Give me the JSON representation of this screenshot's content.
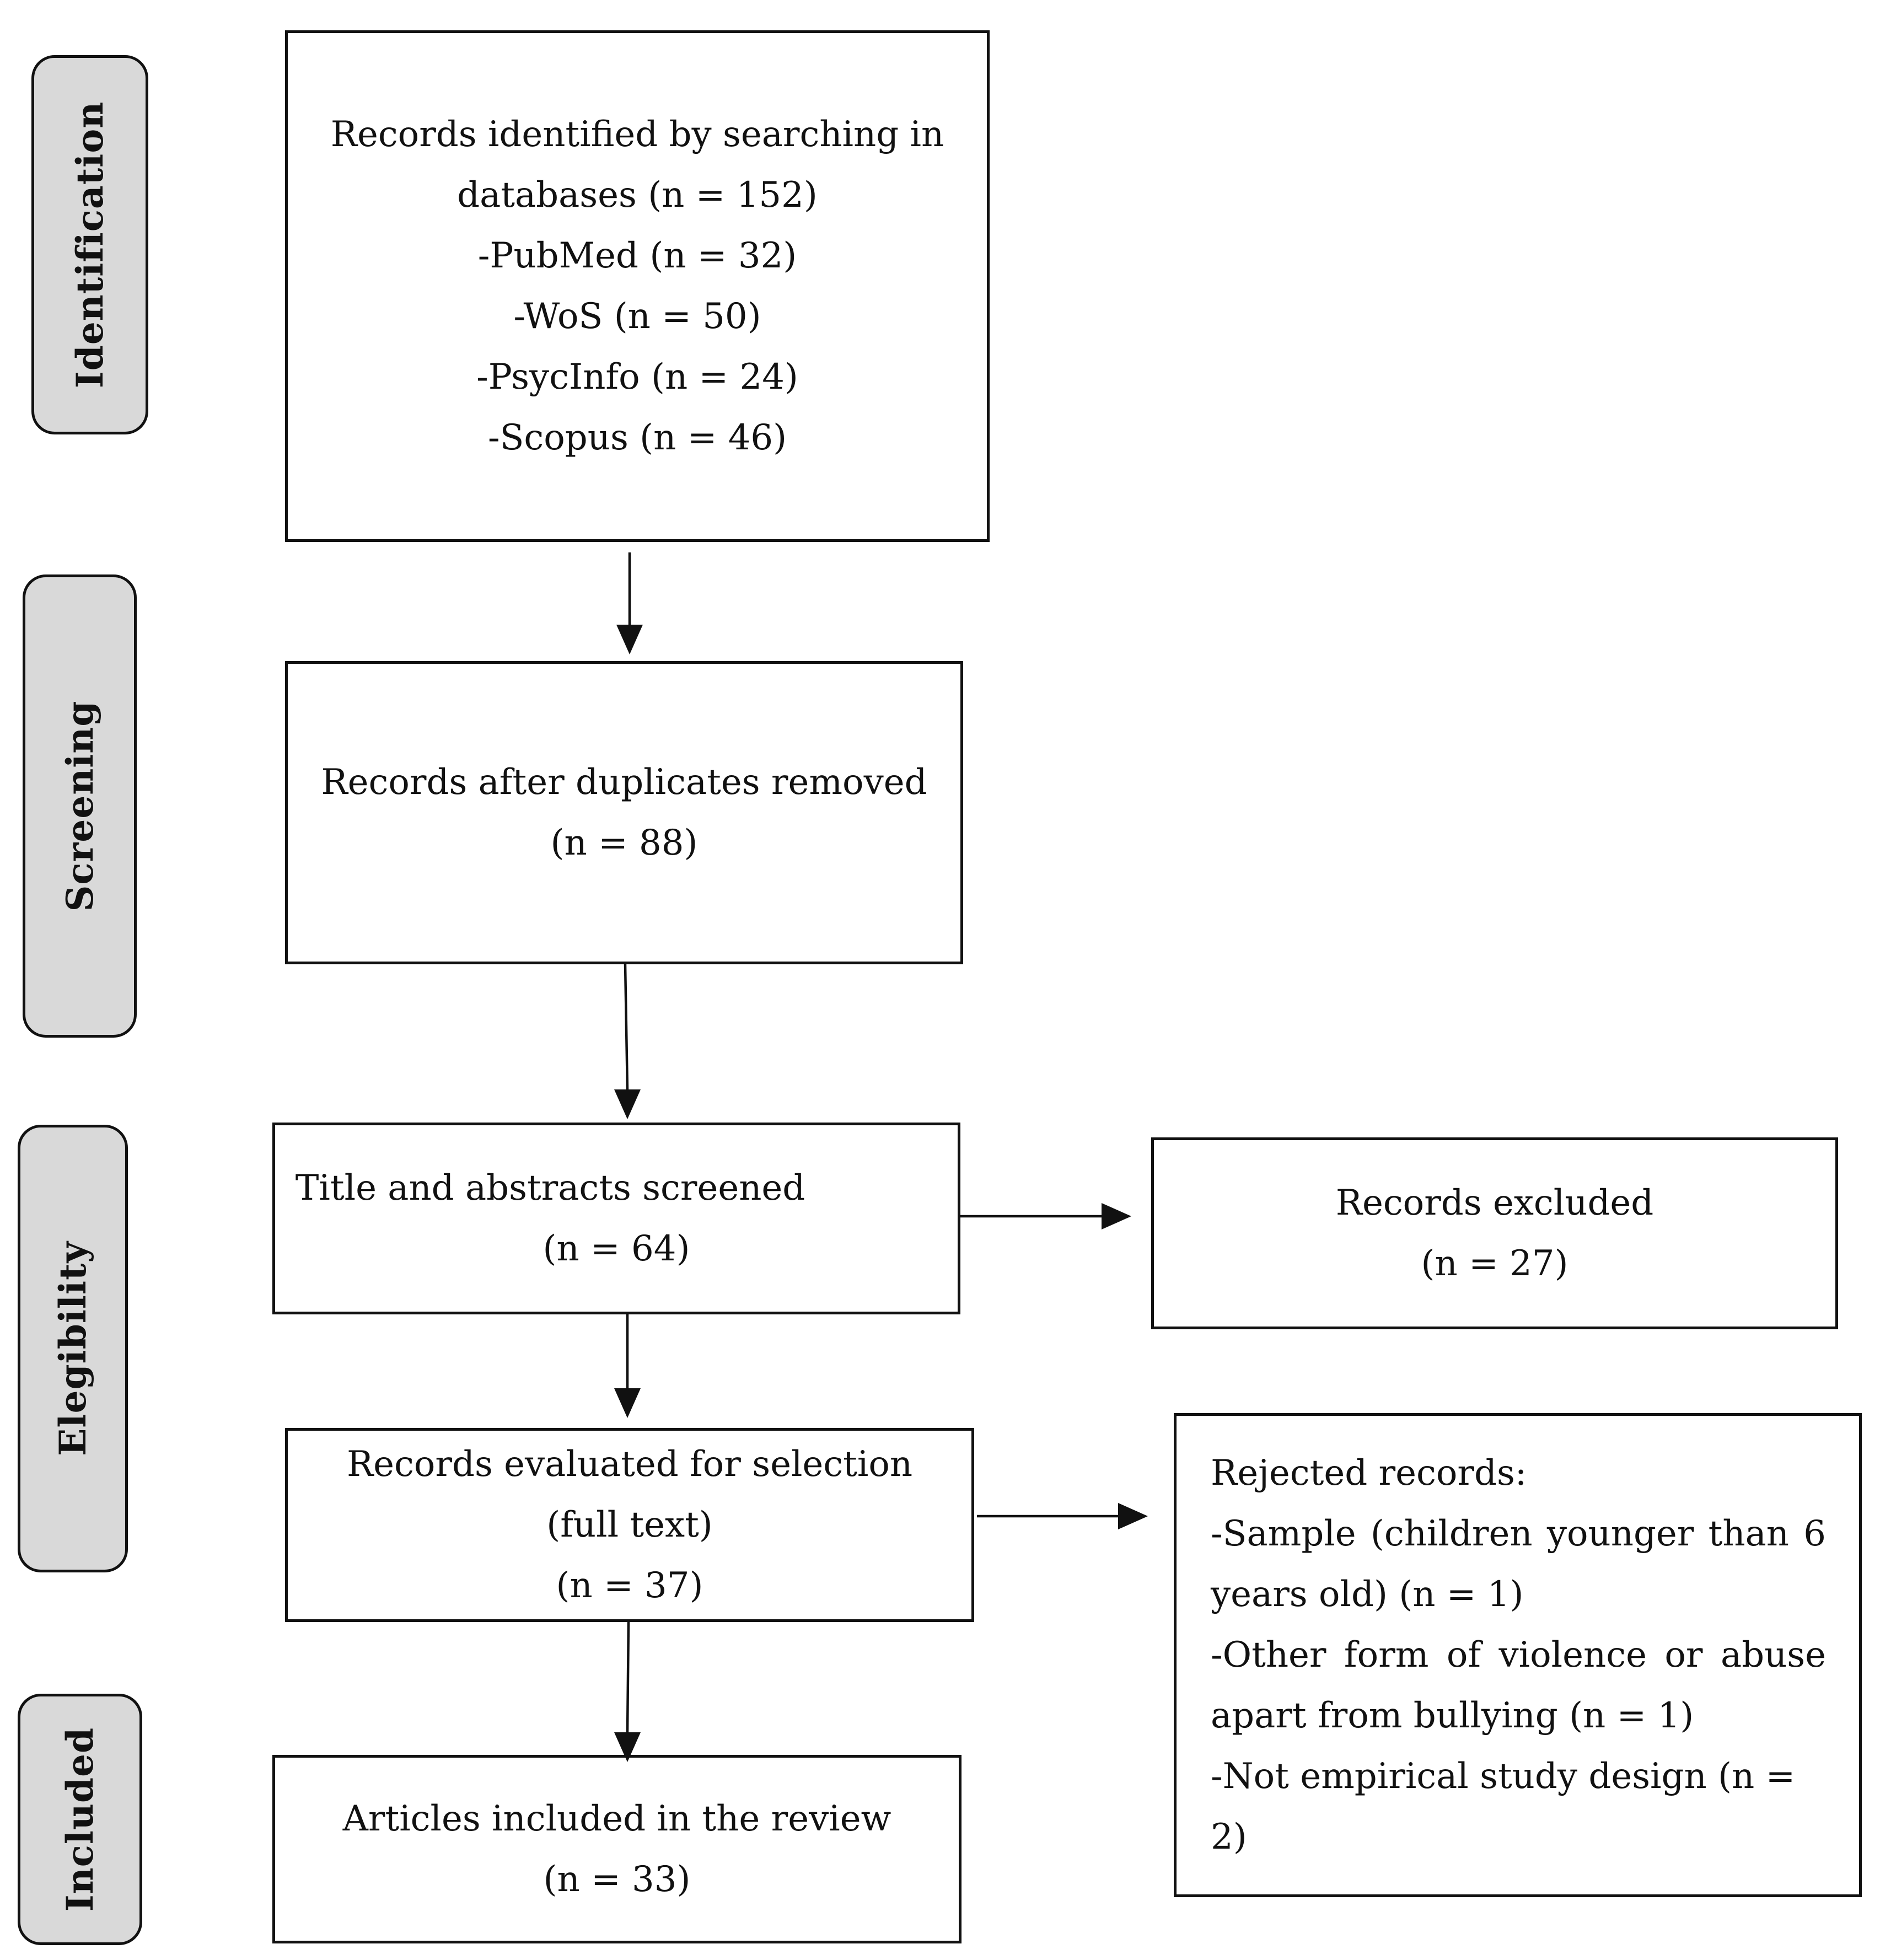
{
  "phases": {
    "identification": "Identification",
    "screening": "Screening",
    "eligibility": "Elegibility",
    "included": "Included"
  },
  "boxes": {
    "identified": {
      "lines": [
        "Records identified by searching in",
        "databases (n = 152)",
        "-PubMed (n = 32)",
        "-WoS (n = 50)",
        "-PsycInfo (n = 24)",
        "-Scopus (n = 46)"
      ]
    },
    "after_duplicates": {
      "lines": [
        "Records after duplicates removed",
        "(n = 88)"
      ]
    },
    "screened": {
      "lines": [
        "Title and abstracts screened",
        "(n = 64)"
      ]
    },
    "excluded": {
      "lines": [
        "Records excluded",
        "(n = 27)"
      ]
    },
    "evaluated": {
      "lines": [
        "Records evaluated for selection",
        "(full text)",
        "(n = 37)"
      ]
    },
    "rejected": {
      "lines": [
        "Rejected records:",
        "-Sample (children younger than 6",
        "years old) (n = 1)",
        "-Other form of violence or abuse",
        "apart from bullying (n = 1)",
        "-Not empirical study design (n = 2)"
      ]
    },
    "included": {
      "lines": [
        "Articles included in the review",
        "(n = 33)"
      ]
    }
  }
}
